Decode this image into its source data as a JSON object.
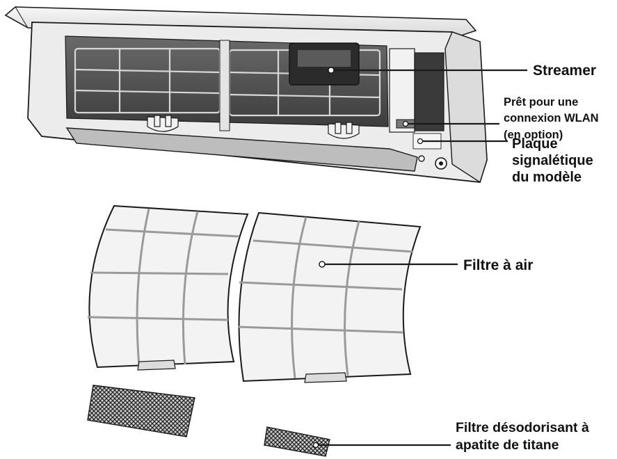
{
  "labels": {
    "streamer": "Streamer",
    "wlan": {
      "line1": "Prêt pour une",
      "line2": "connexion WLAN",
      "line3": "(en option)"
    },
    "plaque": {
      "line1": "Plaque",
      "line2": "signalétique",
      "line3": "du modèle"
    },
    "filtre_air": "Filtre à air",
    "filtre_deso": {
      "line1": "Filtre désodorisant à",
      "line2": "apatite de titane"
    }
  },
  "colors": {
    "outline": "#1a1a1a",
    "unit_body": "#ececec",
    "unit_shadow": "#a9a9a9",
    "filter_fill": "#f3f3f3",
    "filter_frame": "#9a9a9a",
    "interior": "#4f4f4f"
  }
}
